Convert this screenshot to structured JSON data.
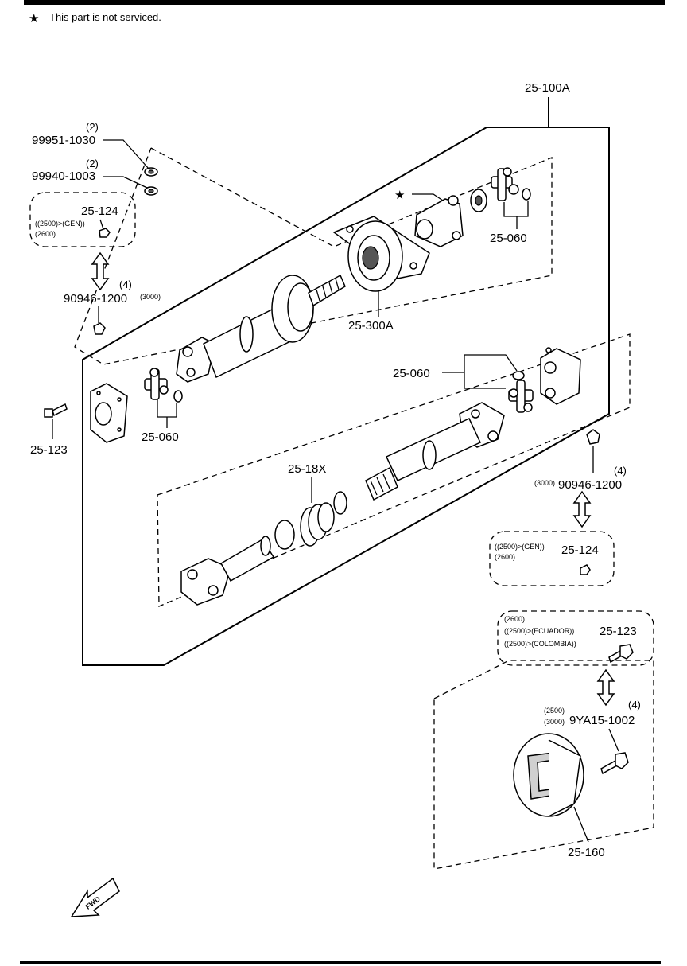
{
  "note": {
    "star": "★",
    "text": "This part is not serviced."
  },
  "assembly_label": "25-100A",
  "labels": {
    "bolt_99951": "99951-1030",
    "bolt_99951_qty": "(2)",
    "bolt_99940": "99940-1003",
    "bolt_99940_qty": "(2)",
    "nut_25124_top": "25-124",
    "nut_25124_top_note1": "((2500)>(GEN))",
    "nut_25124_top_note2": "(2600)",
    "bolt_90946_left": "90946-1200",
    "bolt_90946_left_qty": "(4)",
    "bolt_90946_left_note": "(3000)",
    "bearing_25300A": "25-300A",
    "ujoint_top_right": "25-060",
    "ujoint_left": "25-060",
    "ujoint_mid_right": "25-060",
    "bolt_25123_left": "25-123",
    "boot_2518X": "25-18X",
    "bolt_90946_right": "90946-1200",
    "bolt_90946_right_qty": "(4)",
    "bolt_90946_right_note": "(3000)",
    "nut_25124_bottom": "25-124",
    "nut_25124_bottom_note1": "((2500)>(GEN))",
    "nut_25124_bottom_note2": "(2600)",
    "bolt_25123_right": "25-123",
    "bolt_25123_right_note1": "(2600)",
    "bolt_25123_right_note2": "((2500)>(ECUADOR))",
    "bolt_25123_right_note3": "((2500)>(COLOMBIA))",
    "bolt_9YA15": "9YA15-1002",
    "bolt_9YA15_qty": "(4)",
    "bolt_9YA15_note1": "(2500)",
    "bolt_9YA15_note2": "(3000)",
    "damper_25160": "25-160",
    "fwd": "FWD"
  }
}
